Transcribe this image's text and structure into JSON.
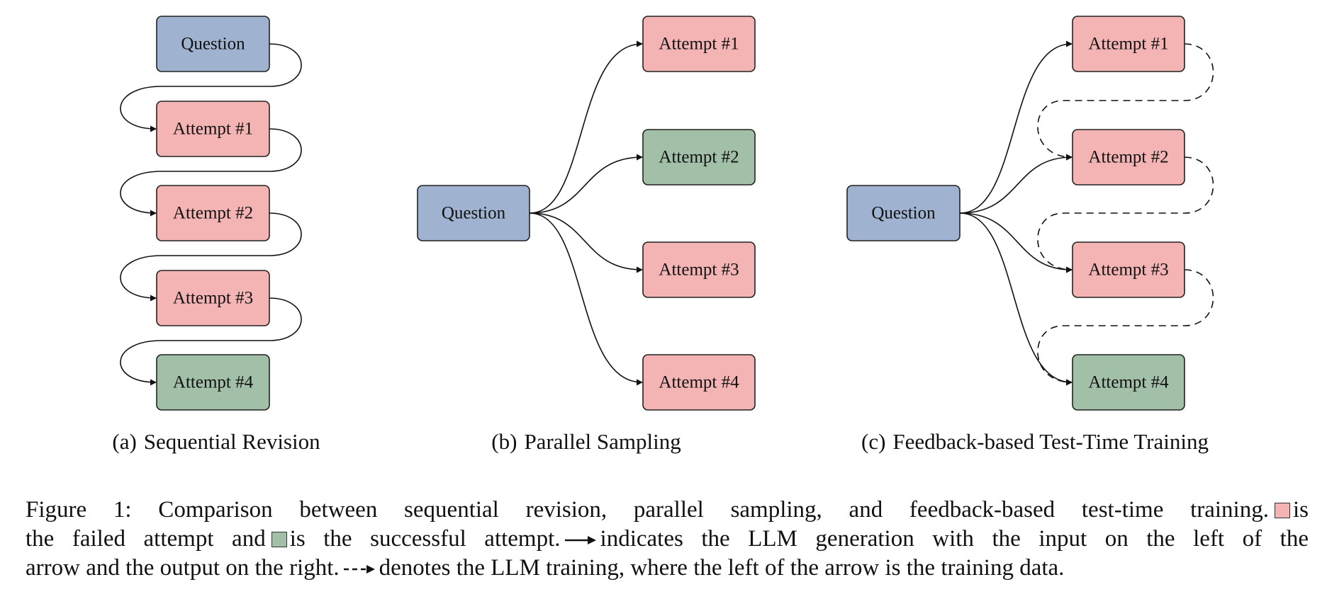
{
  "colors": {
    "question": "#9fb3d0",
    "failed": "#f4b4b4",
    "success": "#a2bfa7",
    "stroke": "#222222"
  },
  "panels": [
    {
      "id": "a",
      "subcaption_tag": "(a)",
      "subcaption": "Sequential Revision",
      "question_label": "Question",
      "attempts": [
        {
          "label": "Attempt #1",
          "status": "failed"
        },
        {
          "label": "Attempt #2",
          "status": "failed"
        },
        {
          "label": "Attempt #3",
          "status": "failed"
        },
        {
          "label": "Attempt #4",
          "status": "success"
        }
      ]
    },
    {
      "id": "b",
      "subcaption_tag": "(b)",
      "subcaption": "Parallel Sampling",
      "question_label": "Question",
      "attempts": [
        {
          "label": "Attempt #1",
          "status": "failed"
        },
        {
          "label": "Attempt #2",
          "status": "success"
        },
        {
          "label": "Attempt #3",
          "status": "failed"
        },
        {
          "label": "Attempt #4",
          "status": "failed"
        }
      ]
    },
    {
      "id": "c",
      "subcaption_tag": "(c)",
      "subcaption": "Feedback-based Test-Time Training",
      "question_label": "Question",
      "attempts": [
        {
          "label": "Attempt #1",
          "status": "failed"
        },
        {
          "label": "Attempt #2",
          "status": "failed"
        },
        {
          "label": "Attempt #3",
          "status": "failed"
        },
        {
          "label": "Attempt #4",
          "status": "success"
        }
      ]
    }
  ],
  "caption": {
    "line1_a": "Figure 1: Comparison between sequential revision, parallel sampling, and feedback-based test-time training.",
    "line1_b": "is",
    "line2_a": "the failed attempt and",
    "line2_b": "is the successful attempt.",
    "line2_c": "indicates the LLM generation with the input on the left of the",
    "line3_a": "arrow and the output on the right.",
    "line3_b": "denotes the LLM training, where the left of the arrow is the training data."
  }
}
